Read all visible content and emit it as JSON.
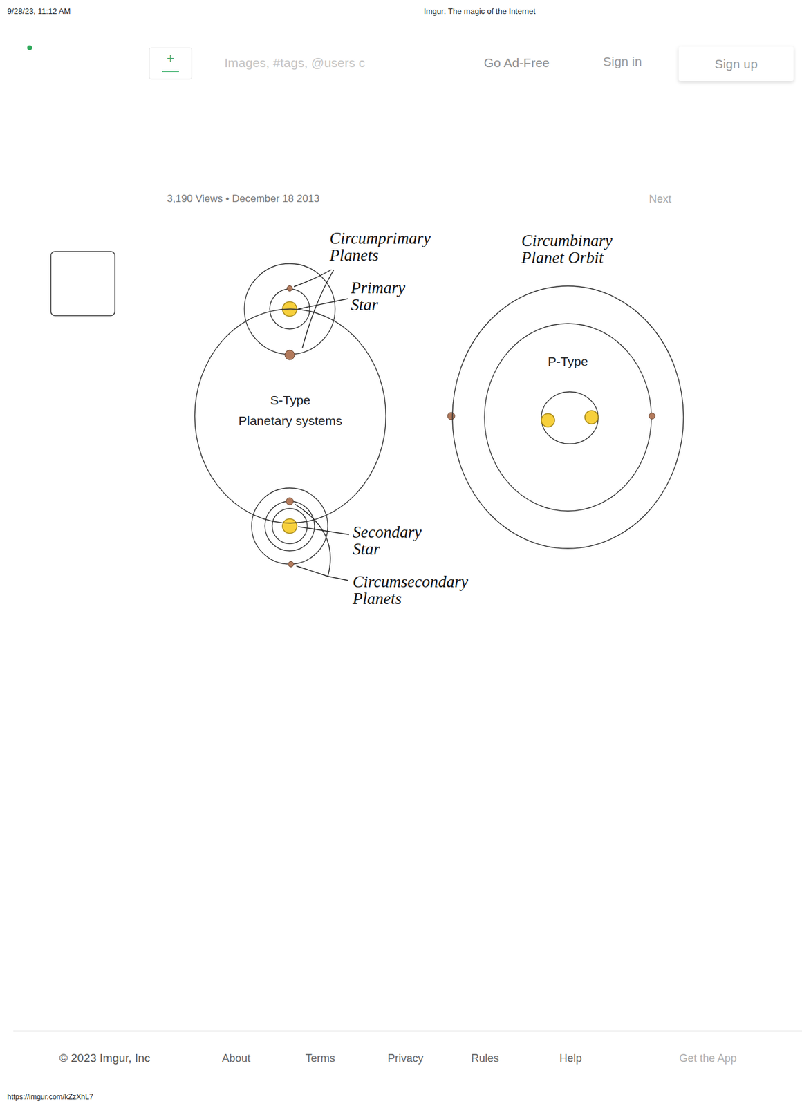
{
  "diagram": {
    "nodes": [
      {
        "text": [
          "Sign up"
        ]
      },
      {
        "text": [
          "S-Type",
          "Planetary systems"
        ]
      },
      {
        "text": [
          "P-Type"
        ]
      }
    ],
    "labels": [
      "9/28/23, 11:12 AM",
      "Imgur: The magic of the Internet",
      "+",
      "Images, #tags, @users c",
      "Go Ad-Free",
      "Sign in",
      "3,190 Views • December 18 2013",
      "Next",
      "Circumprimary Planets",
      "Circumbinary Planet Orbit",
      "Primary Star",
      "Secondary Star",
      "Circumsecondary Planets",
      "© 2023 Imgur, Inc",
      "About",
      "Terms",
      "Privacy",
      "Rules",
      "Help",
      "Get the App",
      "https://imgur.com/kZzXhL7"
    ]
  }
}
